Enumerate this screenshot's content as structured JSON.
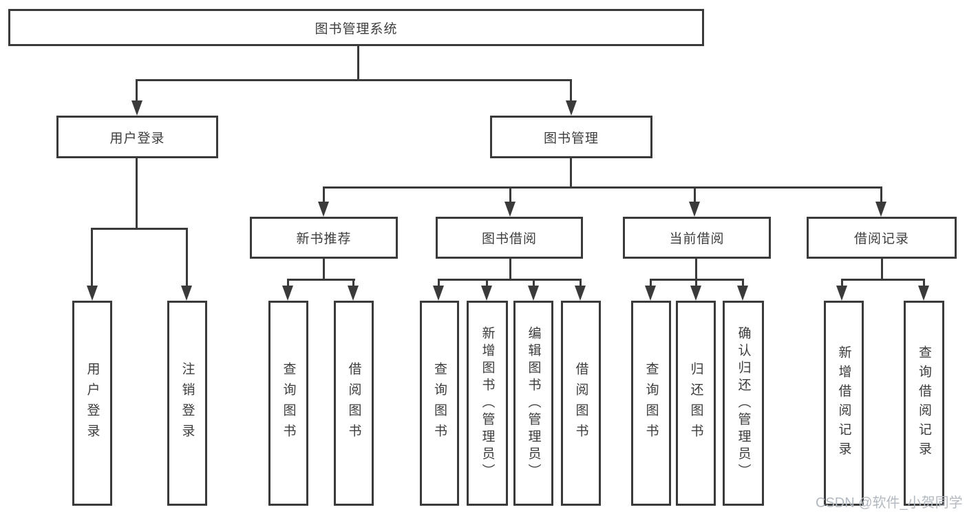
{
  "title": "图书管理系统",
  "tree": {
    "root": "图书管理系统",
    "children": [
      {
        "label": "用户登录",
        "children": [
          "用户登录",
          "注销登录"
        ]
      },
      {
        "label": "图书管理",
        "children": [
          {
            "label": "新书推荐",
            "children": [
              "查询图书",
              "借阅图书"
            ]
          },
          {
            "label": "图书借阅",
            "children": [
              "查询图书",
              "新增图书（管理员）",
              "编辑图书（管理员）",
              "借阅图书"
            ]
          },
          {
            "label": "当前借阅",
            "children": [
              "查询图书",
              "归还图书",
              "确认归还（管理员）"
            ]
          },
          {
            "label": "借阅记录",
            "children": [
              "新增借阅记录",
              "查询借阅记录"
            ]
          }
        ]
      }
    ]
  },
  "watermark": "CSDN @软件_小贺同学",
  "colors": {
    "line": "#3a3a3a",
    "text": "#3d3d3d",
    "bg": "#ffffff",
    "watermark": "#b3b9c0"
  }
}
